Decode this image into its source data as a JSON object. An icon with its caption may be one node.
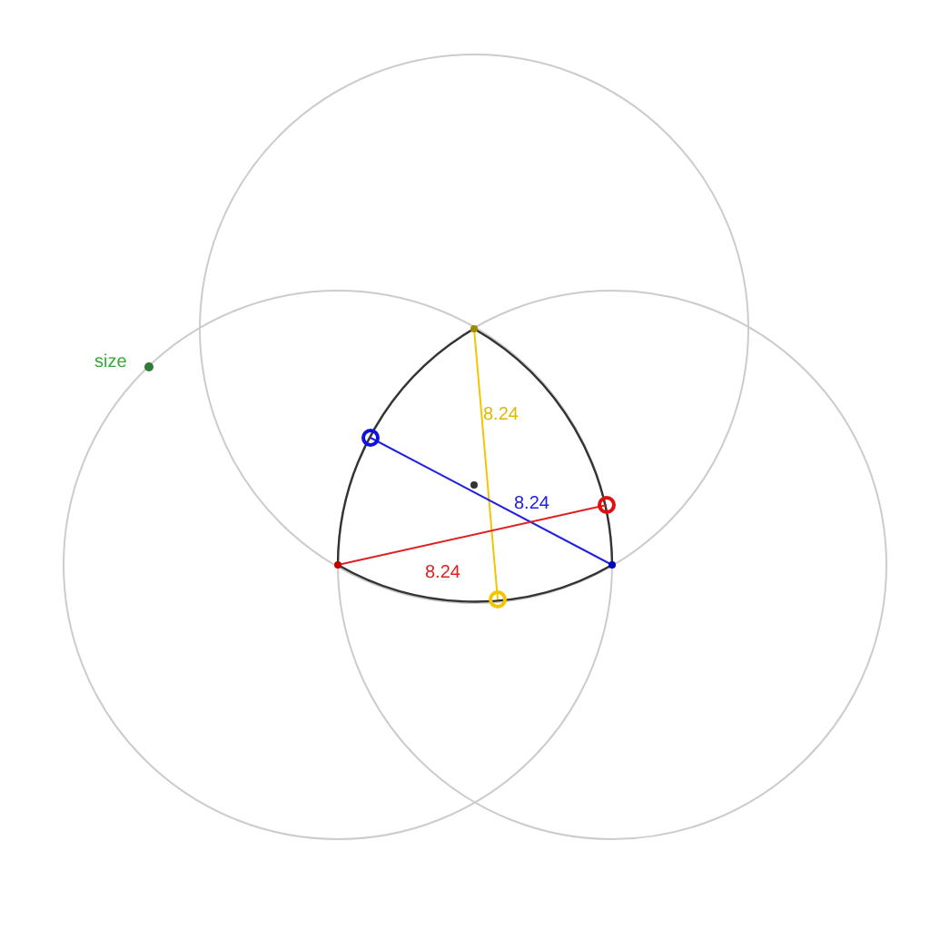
{
  "diagram": {
    "labels": [
      "size",
      "8.24",
      "8.24",
      "8.24"
    ]
  }
}
